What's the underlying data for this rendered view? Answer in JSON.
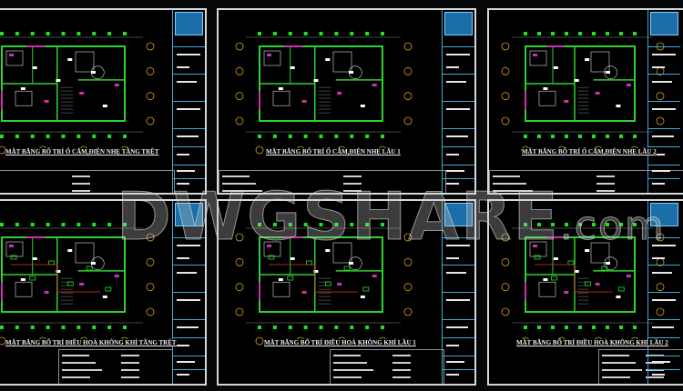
{
  "watermark": {
    "main": "DWGSHARE",
    "suffix": ".com"
  },
  "sheets": [
    {
      "title": "MẶT BẰNG BỐ TRÍ Ổ CẮM,ĐIỆN NHẸ TẦNG TRỆT"
    },
    {
      "title": "MẶT BẰNG BỐ TRÍ Ổ CẮM,ĐIỆN NHẸ LẦU 1"
    },
    {
      "title": "MẶT BẰNG BỐ TRÍ Ổ CẮM,ĐIỆN NHẸ LẦU 2"
    },
    {
      "title": "MẶT BẰNG BỐ TRÍ ĐIỀU HOÀ KHÔNG KHÍ TẦNG TRỆT"
    },
    {
      "title": "MẶT BẰNG BỐ TRÍ ĐIỀU HOÀ KHÔNG KHÍ LẦU 1"
    },
    {
      "title": "MẶT BẰNG BỐ TRÍ ĐIỀU HOÀ KHÔNG KHÍ LẦU 2"
    }
  ],
  "colors": {
    "background": "#000000",
    "frame": "#d8d8d8",
    "walls": "#2fd12f",
    "title_block": "#3fa9d8",
    "accent": "#d02fb0",
    "dims": "#22e022"
  }
}
